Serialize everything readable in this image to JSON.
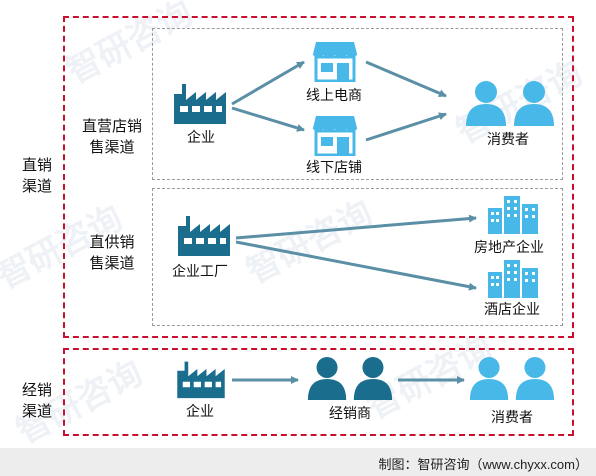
{
  "direct": {
    "label_line1": "直销",
    "label_line2": "渠道",
    "store": {
      "label_line1": "直营店销",
      "label_line2": "售渠道",
      "enterprise": "企业",
      "online": "线上电商",
      "offline": "线下店铺",
      "consumer": "消费者"
    },
    "supply": {
      "label_line1": "直供销",
      "label_line2": "售渠道",
      "factory": "企业工厂",
      "realestate": "房地产企业",
      "hotel": "酒店企业"
    }
  },
  "distribution": {
    "label_line1": "经销",
    "label_line2": "渠道",
    "enterprise": "企业",
    "dealer": "经销商",
    "consumer": "消费者"
  },
  "footer": "制图：智研咨询（www.chyxx.com）",
  "watermark": "智研咨询",
  "colors": {
    "red_border": "#c8102e",
    "grey_border": "#9a9a9a",
    "icon_dark": "#1b6d8e",
    "icon_light": "#47b8e8",
    "arrow": "#5a8fa6"
  }
}
